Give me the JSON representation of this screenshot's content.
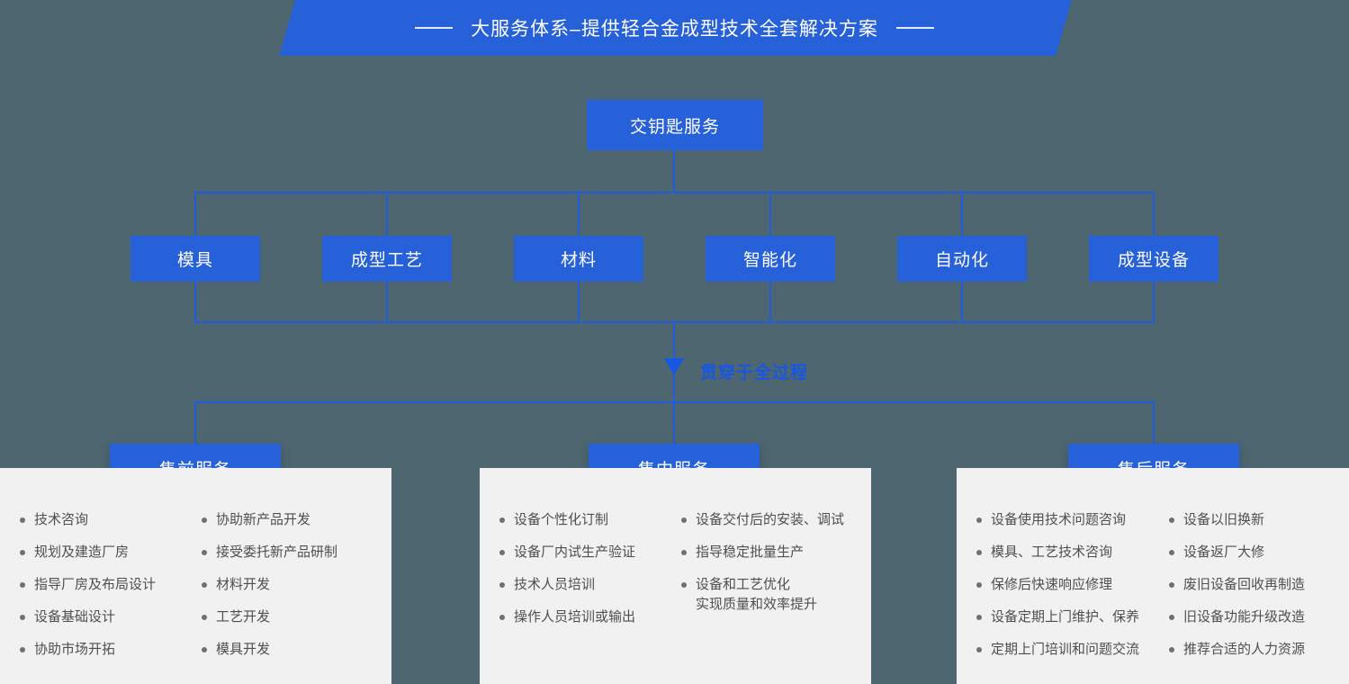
{
  "banner": {
    "title": "大服务体系–提供轻合金成型技术全套解决方案"
  },
  "tree": {
    "root_label": "交钥匙服务",
    "children": [
      "模具",
      "成型工艺",
      "材料",
      "智能化",
      "自动化",
      "成型设备"
    ],
    "process_note": "贯穿于全过程"
  },
  "sections": [
    {
      "title": "售前服务",
      "columns": [
        [
          "技术咨询",
          "规划及建造厂房",
          "指导厂房及布局设计",
          "设备基础设计",
          "协助市场开拓"
        ],
        [
          "协助新产品开发",
          "接受委托新产品研制",
          "材料开发",
          "工艺开发",
          "模具开发"
        ]
      ]
    },
    {
      "title": "售中服务",
      "columns": [
        [
          "设备个性化订制",
          "设备厂内试生产验证",
          "技术人员培训",
          "操作人员培训或输出"
        ],
        [
          "设备交付后的安装、调试",
          "指导稳定批量生产",
          "设备和工艺优化\n实现质量和效率提升"
        ]
      ]
    },
    {
      "title": "售后服务",
      "columns": [
        [
          "设备使用技术问题咨询",
          "模具、工艺技术咨询",
          "保修后快速响应修理",
          "设备定期上门维护、保养",
          "定期上门培训和问题交流"
        ],
        [
          "设备以旧换新",
          "设备返厂大修",
          "废旧设备回收再制造",
          "旧设备功能升级改造",
          "推荐合适的人力资源"
        ]
      ]
    }
  ],
  "colors": {
    "accent_blue": "#2761da",
    "line_blue": "#1f5ce0",
    "note_blue": "#1757e3",
    "panel_gray": "#f1f1f2",
    "background_slate": "#4d6670",
    "list_text_gray": "#4f4f4f"
  }
}
